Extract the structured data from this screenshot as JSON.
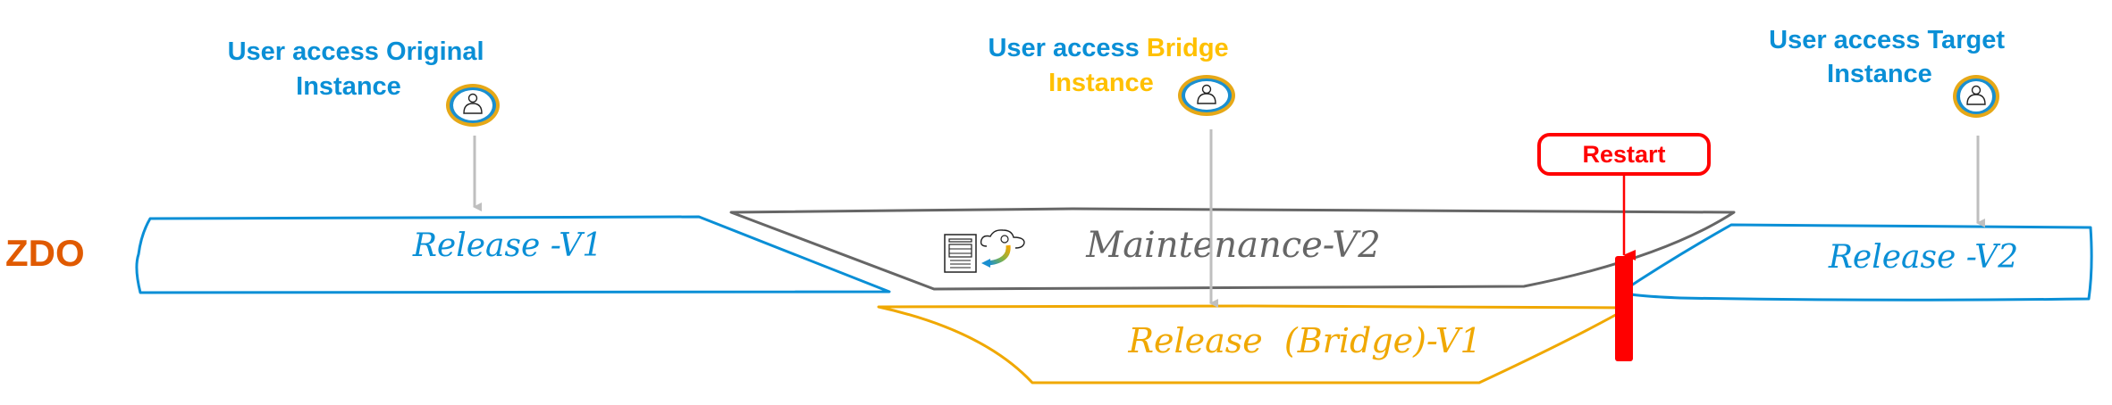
{
  "diagram": {
    "row_label": "ZDO",
    "phases": [
      {
        "id": "release-v1",
        "label": "Release -V1",
        "color": "#0a8fd6"
      },
      {
        "id": "maintenance-v2",
        "label": "Maintenance-V2",
        "color": "#666666"
      },
      {
        "id": "release-bridge-v1",
        "label": "Release  (Bridge)-V1",
        "color": "#f0a800"
      },
      {
        "id": "release-v2",
        "label": "Release -V2",
        "color": "#0a8fd6"
      }
    ],
    "user_access": [
      {
        "id": "original",
        "prefix": "User access ",
        "highlight": "Original",
        "line2": "Instance",
        "prefix_color": "#0a8fd6",
        "highlight_color": "#0a8fd6",
        "line2_color": "#0a8fd6",
        "icon": "user-icon"
      },
      {
        "id": "bridge",
        "prefix": "User access ",
        "highlight": "Bridge",
        "line2": "Instance",
        "prefix_color": "#0a8fd6",
        "highlight_color": "#ffc000",
        "line2_color": "#ffc000",
        "icon": "user-icon"
      },
      {
        "id": "target",
        "prefix": "User access ",
        "highlight": "Target",
        "line2": "Instance",
        "prefix_color": "#0a8fd6",
        "highlight_color": "#0a8fd6",
        "line2_color": "#0a8fd6",
        "icon": "user-icon"
      }
    ],
    "restart": {
      "label": "Restart",
      "color": "#ff0000"
    },
    "maintenance_icon": "document-cloud-sync-icon",
    "colors": {
      "row_label": "#e05a00",
      "arrow_gray": "#bfbfbf",
      "icon_ring_outer": "#e6a817",
      "icon_ring_inner": "#1a8fd0"
    }
  }
}
